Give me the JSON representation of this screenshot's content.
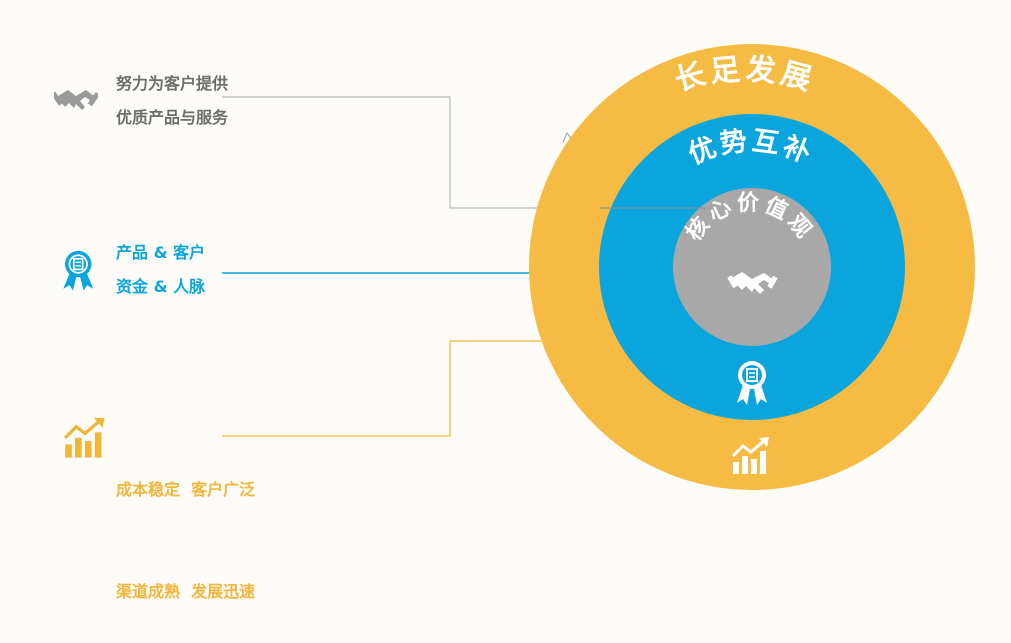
{
  "colors": {
    "background": "#fdfcf8",
    "outer_ring": "#f5bb43",
    "middle_ring": "#0aa5dc",
    "inner_circle": "#a8a8a8",
    "gray_text": "#6d6d6d",
    "blue_text": "#0aa5dc",
    "gold_text": "#f2b53c"
  },
  "rings": {
    "outer_label": "长足发展",
    "middle_label": "优势互补",
    "inner_label": "核心价值观"
  },
  "legend": [
    {
      "icon": "handshake-icon",
      "lines": [
        "努力为客户提供",
        "优质产品与服务"
      ]
    },
    {
      "icon": "award-ribbon-icon",
      "lines": [
        "产品 & 客户",
        "资金 & 人脉"
      ]
    },
    {
      "icon": "growth-chart-icon",
      "lines": [
        "成本稳定  客户广泛",
        "渠道成熟  发展迅速"
      ]
    }
  ]
}
